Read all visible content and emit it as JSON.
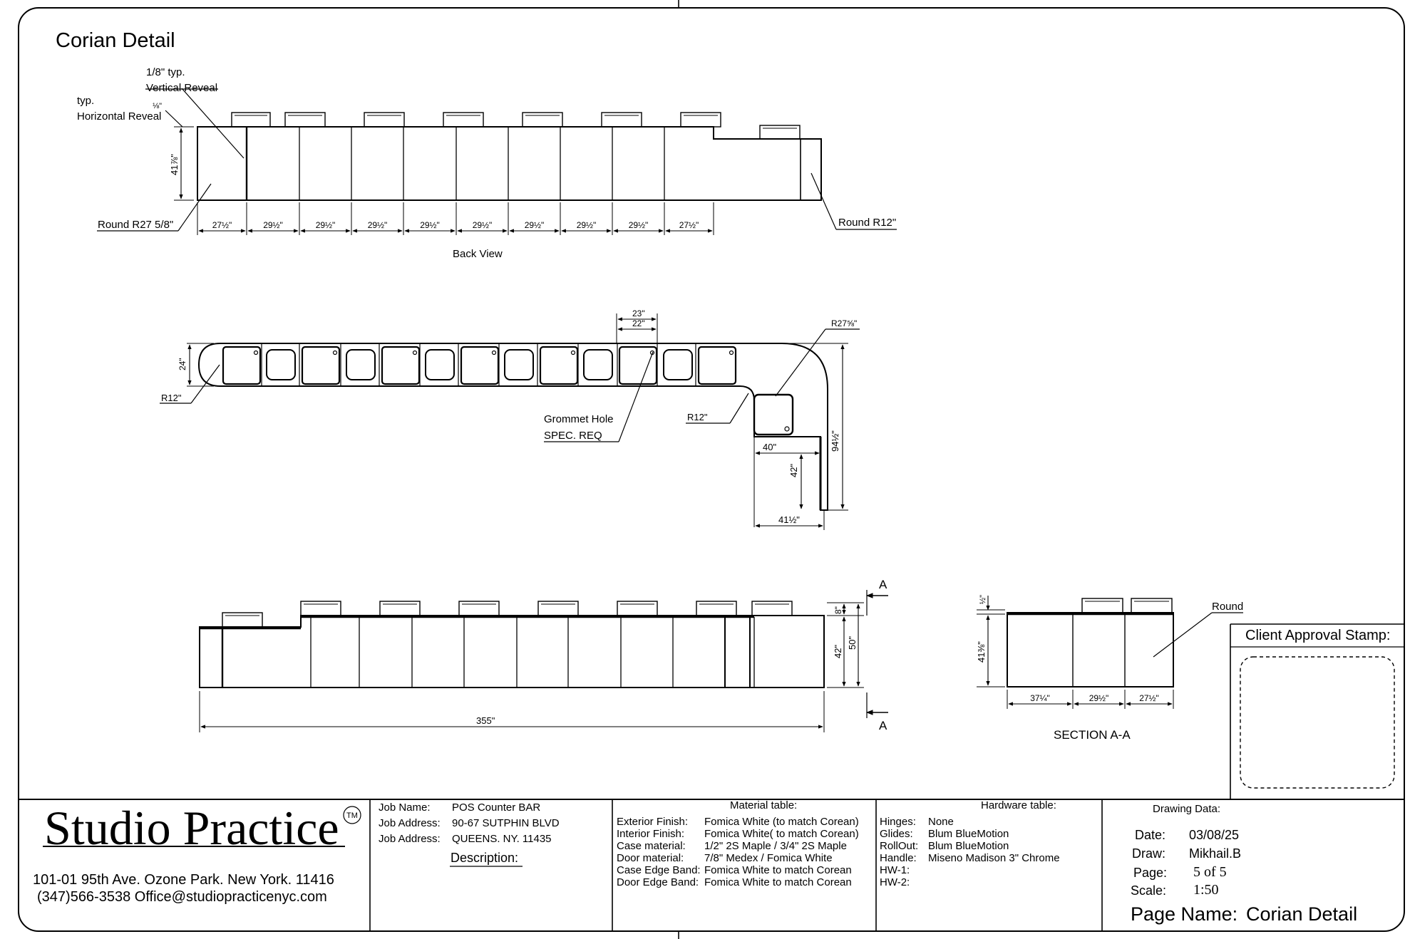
{
  "drawing_title": "Corian Detail",
  "back_view": {
    "caption": "Back View",
    "vertical_reveal_value": "1/8\" typ.",
    "vertical_reveal_label": "Vertical Reveal",
    "horizontal_reveal_value": "typ.",
    "horizontal_reveal_fraction": "⅛\"",
    "horizontal_reveal_label": "Horizontal Reveal",
    "height_dim": "41⅞\"",
    "round_left": "Round R27 5/8\"",
    "round_right": "Round R12\"",
    "widths": [
      "27½\"",
      "29½\"",
      "29½\"",
      "29½\"",
      "29½\"",
      "29½\"",
      "29½\"",
      "29½\"",
      "29½\"",
      "27½\""
    ]
  },
  "plan_view": {
    "depth_dim": "24\"",
    "radius_left": "R12\"",
    "grommet_line1": "Grommet Hole",
    "grommet_line2": "SPEC. REQ",
    "width_outer": "23\"",
    "width_inner": "22\"",
    "radius_corner": "R27⅝\"",
    "radius_inner": "R12\"",
    "return_width_top": "40\"",
    "return_depth": "42\"",
    "overall_depth": "94½\"",
    "return_width_bottom": "41½\""
  },
  "front_view": {
    "length_dim": "355\"",
    "top_dim": "8\"",
    "height_low": "42\"",
    "height_high": "50\"",
    "section_marker_top": "A",
    "section_marker_bottom": "A"
  },
  "section_view": {
    "caption": "SECTION A-A",
    "reveal_dim": "½\"",
    "height_dim": "41⅜\"",
    "round_label": "Round",
    "widths": [
      "37¼\"",
      "29½\"",
      "27½\""
    ]
  },
  "approval": {
    "title": "Client Approval Stamp:"
  },
  "company": {
    "name": "Studio Practice",
    "trademark": "TM",
    "address": "101-01 95th Ave. Ozone Park. New York. 11416",
    "contact": "(347)566-3538 Office@studiopracticenyc.com"
  },
  "job": {
    "name_label": "Job Name:",
    "name_value": "POS Counter BAR",
    "address_label_1": "Job Address:",
    "address_value_1": "90-67 SUTPHIN BLVD",
    "address_label_2": "Job Address:",
    "address_value_2": "QUEENS. NY. 11435",
    "description_label": "Description:"
  },
  "material_table": {
    "title": "Material table:",
    "rows": [
      {
        "label": "Exterior Finish:",
        "value": "Fomica White (to match Corean)"
      },
      {
        "label": "Interior Finish:",
        "value": "Fomica White( to match Corean)"
      },
      {
        "label": "Case material:",
        "value": "1/2\" 2S Maple / 3/4\" 2S Maple"
      },
      {
        "label": "Door material:",
        "value": "7/8\" Medex / Fomica White"
      },
      {
        "label": "Case Edge Band:",
        "value": "Fomica White to match Corean"
      },
      {
        "label": "Door Edge Band:",
        "value": "Fomica White to match Corean"
      }
    ]
  },
  "hardware_table": {
    "title": "Hardware table:",
    "rows": [
      {
        "label": "Hinges:",
        "value": "None"
      },
      {
        "label": "Glides:",
        "value": "Blum BlueMotion"
      },
      {
        "label": "RollOut:",
        "value": "Blum BlueMotion"
      },
      {
        "label": "Handle:",
        "value": "Miseno Madison 3\" Chrome"
      },
      {
        "label": "HW-1:",
        "value": ""
      },
      {
        "label": "HW-2:",
        "value": ""
      }
    ]
  },
  "drawing_data": {
    "title": "Drawing Data:",
    "date_label": "Date:",
    "date_value": "03/08/25",
    "draw_label": "Draw:",
    "draw_value": "Mikhail.B",
    "page_label": "Page:",
    "page_value": "5 of 5",
    "scale_label": "Scale:",
    "scale_value": "1:50",
    "page_name_label": "Page Name:",
    "page_name_value": "Corian Detail"
  }
}
